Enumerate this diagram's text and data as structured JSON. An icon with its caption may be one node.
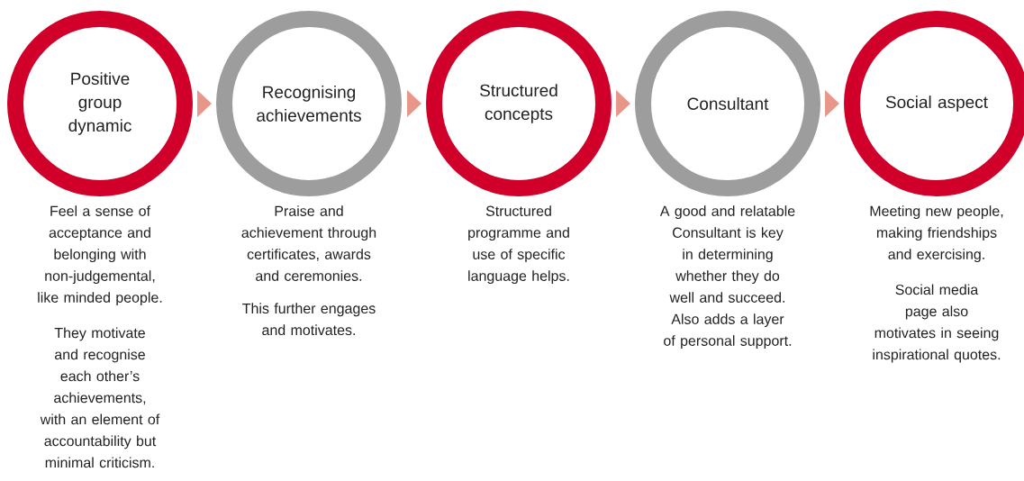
{
  "diagram": {
    "nodes": [
      {
        "text": [
          "Positive group dynamic"
        ],
        "beside": [
          "Feel a sense of acceptance and belonging with non-judgemental, like minded people.",
          "They motivate and recognise each other’s achievements, with an element of accountability but minimal criticism."
        ]
      },
      {
        "text": [
          "Recognising achievements"
        ],
        "beside": [
          "Praise and achievement through certificates, awards and ceremonies.",
          "This further engages and motivates."
        ]
      },
      {
        "text": [
          "Structured concepts"
        ],
        "beside": [
          "Structured programme and use of specific language helps."
        ]
      },
      {
        "text": [
          "Consultant"
        ],
        "beside": [
          "A good and relatable Consultant is key in determining whether they do well and succeed. Also adds a layer of personal support."
        ]
      },
      {
        "text": [
          "Social aspect"
        ],
        "beside": [
          "Meeting new people, making friendships and exercising.",
          "Social media page also motivates in seeing inspirational quotes."
        ]
      }
    ],
    "edges": [
      {
        "from": 0,
        "to": 1,
        "arrow": "to"
      },
      {
        "from": 1,
        "to": 2,
        "arrow": "to"
      },
      {
        "from": 2,
        "to": 3,
        "arrow": "to"
      },
      {
        "from": 3,
        "to": 4,
        "arrow": "to"
      }
    ]
  }
}
